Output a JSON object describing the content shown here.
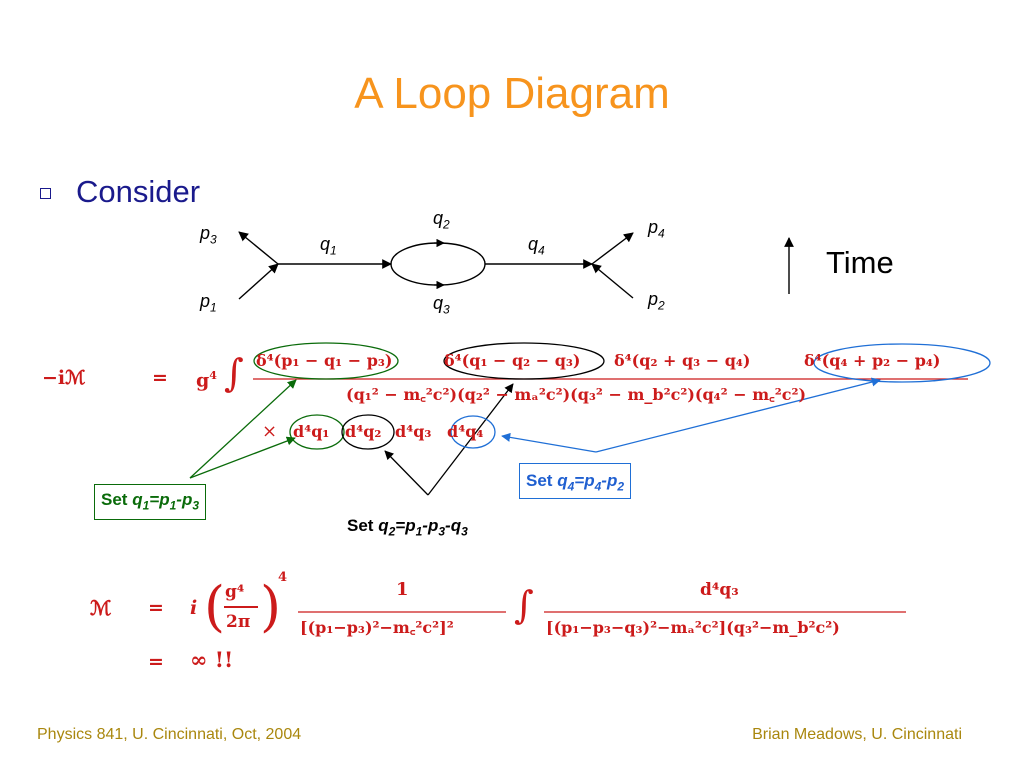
{
  "slide": {
    "title": "A Loop Diagram",
    "bullet": "Consider"
  },
  "diagram": {
    "p3": "p",
    "p3_sub": "3",
    "p1": "p",
    "p1_sub": "1",
    "q1": "q",
    "q1_sub": "1",
    "q2": "q",
    "q2_sub": "2",
    "q3": "q",
    "q3_sub": "3",
    "q4": "q",
    "q4_sub": "4",
    "p4": "p",
    "p4_sub": "4",
    "p2": "p",
    "p2_sub": "2",
    "time_label": "Time"
  },
  "equations": {
    "eq1_lhs": "−iℳ",
    "eq1_eq": "=",
    "eq1_prefactor": "g",
    "eq1_prefactor_sup": "4",
    "eq1_integral": "∫",
    "eq1_num_1": "δ⁴(p₁ − q₁ − p₃)",
    "eq1_num_2": "δ⁴(q₁ − q₂ − q₃)",
    "eq1_num_3": "δ⁴(q₂ + q₃ − q₄)",
    "eq1_num_4": "δ⁴(q₄ + p₂ − p₄)",
    "eq1_den": "(q₁² − m꜀²c²)(q₂² − mₐ²c²)(q₃² − m_b²c²)(q₄² − m꜀²c²)",
    "eq1_times": "×",
    "eq1_meas_1": "d⁴q₁",
    "eq1_meas_2": "d⁴q₂",
    "eq1_meas_3": "d⁴q₃",
    "eq1_meas_4": "d⁴q₄",
    "eq2_lhs": "ℳ",
    "eq2_eq": "=",
    "eq2_i": "i",
    "eq2_frac_num": "g⁴",
    "eq2_frac_den": "2π",
    "eq2_power": "4",
    "eq2_one": "1",
    "eq2_den1": "[(p₁−p₃)²−m꜀²c²]²",
    "eq2_integral": "∫",
    "eq2_num2": "d⁴q₃",
    "eq2_den2": "[(p₁−p₃−q₃)²−mₐ²c²](q₃²−m_b²c²)",
    "eq3_eq": "=",
    "eq3_rhs": "∞ !!"
  },
  "annotations": {
    "set_word": "Set",
    "q1_set": {
      "var": "q",
      "var_sub": "1",
      "eq": "=",
      "rhs_a": "p",
      "rhs_a_sub": "1",
      "minus": "-",
      "rhs_b": "p",
      "rhs_b_sub": "3"
    },
    "q2_set": {
      "var": "q",
      "var_sub": "2",
      "eq": "=",
      "rhs_a": "p",
      "rhs_a_sub": "1",
      "minus1": "-",
      "rhs_b": "p",
      "rhs_b_sub": "3",
      "minus2": "-",
      "rhs_c": "q",
      "rhs_c_sub": "3"
    },
    "q4_set": {
      "var": "q",
      "var_sub": "4",
      "eq": "=",
      "rhs_a": "p",
      "rhs_a_sub": "4",
      "minus": "-",
      "rhs_b": "p",
      "rhs_b_sub": "2"
    }
  },
  "footer": {
    "left": "Physics 841, U. Cincinnati, Oct, 2004",
    "right": "Brian Meadows, U. Cincinnati"
  },
  "colors": {
    "title": "#f7941d",
    "bullet_text": "#1a1a8c",
    "equation": "#cc1b1b",
    "green": "#0a6b0a",
    "blue": "#1f6fd6",
    "footer": "#a9870e"
  }
}
